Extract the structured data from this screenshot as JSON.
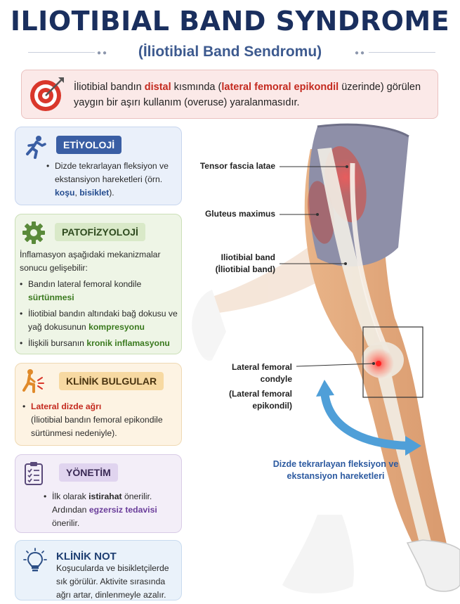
{
  "header": {
    "title": "ILIOTIBIAL BAND SYNDROME",
    "subtitle": "(İliotibial Band Sendromu)"
  },
  "definition": {
    "part1": "İliotibial bandın ",
    "distal": "distal",
    "part2": " kısmında (",
    "lfe": "lateral femoral epikondil",
    "part3": " üzerinde) görülen yaygın bir aşırı kullanım (overuse) yaralanmasıdır."
  },
  "etiyoloji": {
    "title": "ETİYOLOJİ",
    "bullet_text": "Dizde tekrarlayan fleksiyon ve ekstansiyon hareketleri",
    "example_prefix": "(örn. ",
    "kosu": "koşu",
    "comma": ", ",
    "bisiklet": "bisiklet",
    "example_suffix": ")."
  },
  "patofizyoloji": {
    "title": "PATOFİZYOLOJİ",
    "intro": "İnflamasyon aşağıdaki mekanizmalar sonucu gelişebilir:",
    "items": [
      {
        "text": "Bandın lateral femoral kondile ",
        "highlight": "sürtünmesi",
        "end": ""
      },
      {
        "text": "İliotibial bandın altındaki bağ dokusu ve yağ dokusunun ",
        "highlight": "kompresyonu",
        "end": ""
      },
      {
        "text": "İlişkili bursanın ",
        "highlight": "kronik inflamasyonu",
        "end": ""
      }
    ]
  },
  "klinik_bulgular": {
    "title": "KLİNİK BULGULAR",
    "highlight": "Lateral dizde ağrı",
    "detail": "(İliotibial bandın femoral epikondile sürtünmesi nedeniyle)."
  },
  "yonetim": {
    "title": "YÖNETİM",
    "p1": "İlk olarak ",
    "istirahat": "istirahat",
    "p2": " önerilir. Ardından ",
    "egzersiz": "egzersiz tedavisi",
    "p3": " önerilir."
  },
  "klinik_not": {
    "title": "KLİNİK NOT",
    "text": "Koşucularda ve bisikletçilerde sık görülür. Aktivite sırasında ağrı artar, dinlenmeyle azalır."
  },
  "diagram_labels": {
    "tfl": "Tensor fascia latae",
    "gluteus": "Gluteus maximus",
    "itb1": "Iliotibial band",
    "itb2": "(İliotibial band)",
    "lfc1": "Lateral femoral",
    "lfc2": "condyle",
    "lfe1": "(Lateral femoral",
    "lfe2": "epikondil)",
    "motion": "Dizde tekrarlayan fleksiyon ve ekstansiyon hareketleri"
  },
  "icons": {
    "definition": "target-icon",
    "etiyoloji": "runner-icon",
    "patofizyoloji": "gear-icon",
    "klinik_bulgular": "knee-pain-icon",
    "yonetim": "clipboard-checklist-icon",
    "klinik_not": "lightbulb-icon"
  },
  "colors": {
    "title": "#1a2f5e",
    "accent_red": "#c42a1f",
    "etiyoloji": "#3a5ea4",
    "patofizyoloji": "#3b7a1f",
    "klinik": "#f7d9a2",
    "yonetim": "#6a3d9a",
    "motion_arrow": "#4f9fd8"
  }
}
